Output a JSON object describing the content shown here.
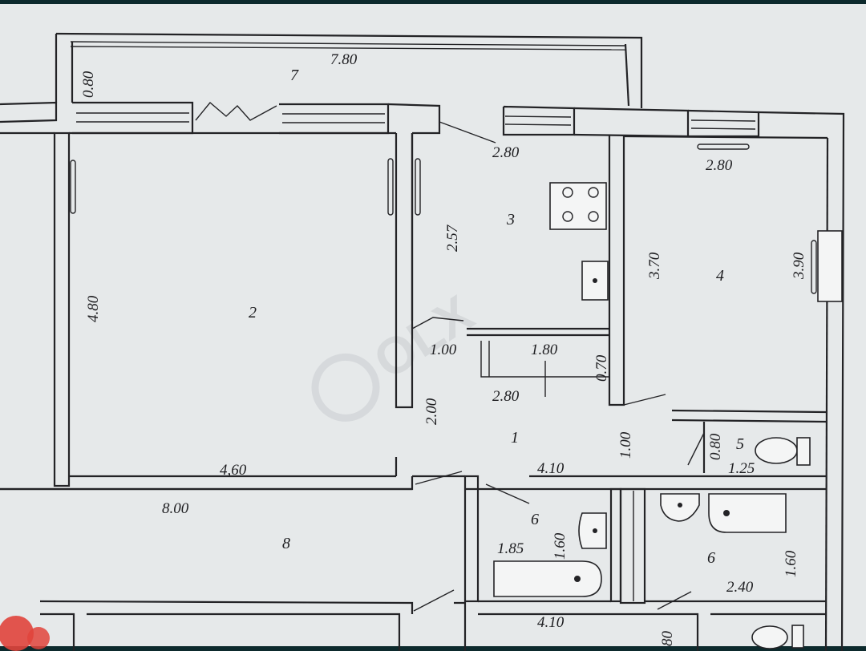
{
  "watermark": "OLX",
  "rooms": {
    "r1": "1",
    "r2": "2",
    "r3": "3",
    "r4": "4",
    "r5": "5",
    "r6a": "6",
    "r6b": "6",
    "r7": "7",
    "r8": "8"
  },
  "dimensions": {
    "d_780": "7.80",
    "d_080_top": "0.80",
    "d_280_kitchen": "2.80",
    "d_280_room4": "2.80",
    "d_257": "2.57",
    "d_480": "4.80",
    "d_370": "3.70",
    "d_390": "3.90",
    "d_100_left": "1.00",
    "d_180": "1.80",
    "d_070": "0.70",
    "d_280_hall": "2.80",
    "d_200": "2.00",
    "d_460": "4,60",
    "d_410_top": "4.10",
    "d_100_right": "1.00",
    "d_080_wc": "0.80",
    "d_125": "1.25",
    "d_800": "8.00",
    "d_160_left": "1.60",
    "d_185": "1.85",
    "d_160_right": "1.60",
    "d_240": "2.40",
    "d_410_bottom": "4.10",
    "d_80_bottom": "80"
  },
  "colors": {
    "paper": "#e6e9ea",
    "ink": "#232326",
    "frame": "#0d2a2d",
    "corner_mark": "#e0443c"
  }
}
